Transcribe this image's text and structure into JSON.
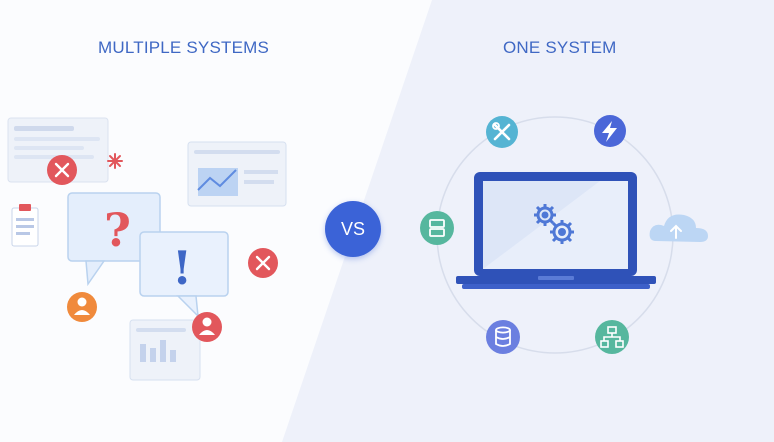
{
  "left_section": {
    "title": "MULTIPLE SYSTEMS",
    "question_mark": "?",
    "exclamation_mark": "!"
  },
  "right_section": {
    "title": "ONE SYSTEM"
  },
  "vs_label": "VS",
  "colors": {
    "title_blue": "#3f68c4",
    "vs_blue": "#3b63d7",
    "red": "#e2575c",
    "orange": "#f08a3c",
    "teal": "#56b79e",
    "purple": "#6b7fe0",
    "laptop_blue": "#2f52b8"
  },
  "icons": {
    "left": [
      "error-icon",
      "error-icon",
      "sparkle-icon",
      "user-icon",
      "user-icon",
      "clipboard-icon",
      "chart-window-icon",
      "form-window-icon"
    ],
    "right": [
      "tools-icon",
      "lightning-icon",
      "cloud-icon",
      "server-icon",
      "database-icon",
      "network-icon",
      "gears-icon"
    ]
  }
}
